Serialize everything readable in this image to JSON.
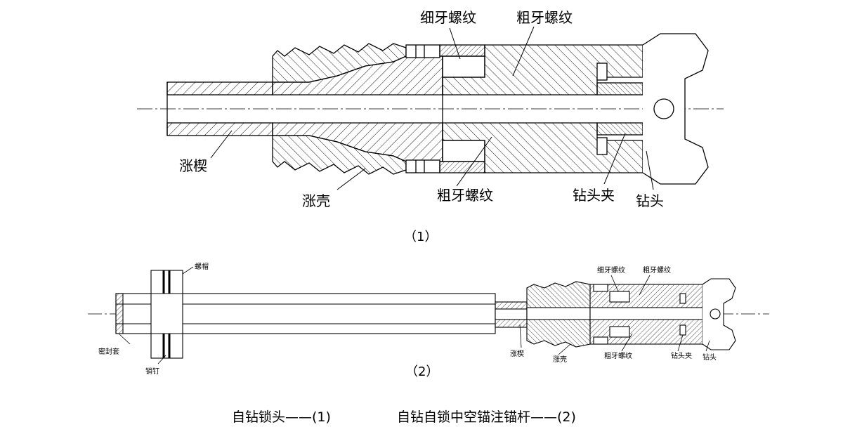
{
  "diagram1": {
    "labels": {
      "fine_thread": "细牙螺纹",
      "coarse_thread_top": "粗牙螺纹",
      "coarse_thread_bottom": "粗牙螺纹",
      "wedge": "涨楔",
      "shell": "涨壳",
      "bit_holder": "钻头夹",
      "bit": "钻头"
    },
    "caption": "（1）"
  },
  "diagram2": {
    "labels": {
      "nut": "螺帽",
      "seal_sleeve": "密封套",
      "pin": "销钉",
      "fine_thread": "细牙螺纹",
      "coarse_thread_top": "粗牙螺纹",
      "wedge": "涨楔",
      "shell": "涨壳",
      "coarse_thread_bottom": "粗牙螺纹",
      "bit_holder": "钻头夹",
      "bit": "钻头"
    },
    "caption": "（2）"
  },
  "bottom_caption": {
    "left": "自钻锁头——(1)",
    "right": "自钻自锁中空锚注锚杆——(2)"
  }
}
